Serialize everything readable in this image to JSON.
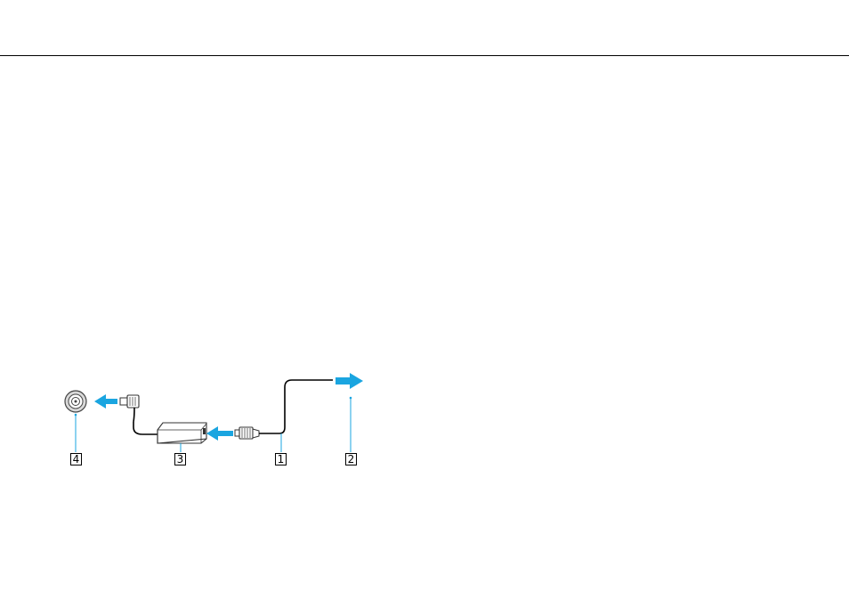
{
  "colors": {
    "arrow": "#1aa5e0",
    "line": "#000000",
    "adapter_fill": "#ffffff",
    "adapter_stroke": "#333333"
  },
  "callouts": [
    {
      "label": "4",
      "part": "dc-in-port"
    },
    {
      "label": "3",
      "part": "ac-adapter"
    },
    {
      "label": "1",
      "part": "power-cord"
    },
    {
      "label": "2",
      "part": "ac-outlet"
    }
  ]
}
